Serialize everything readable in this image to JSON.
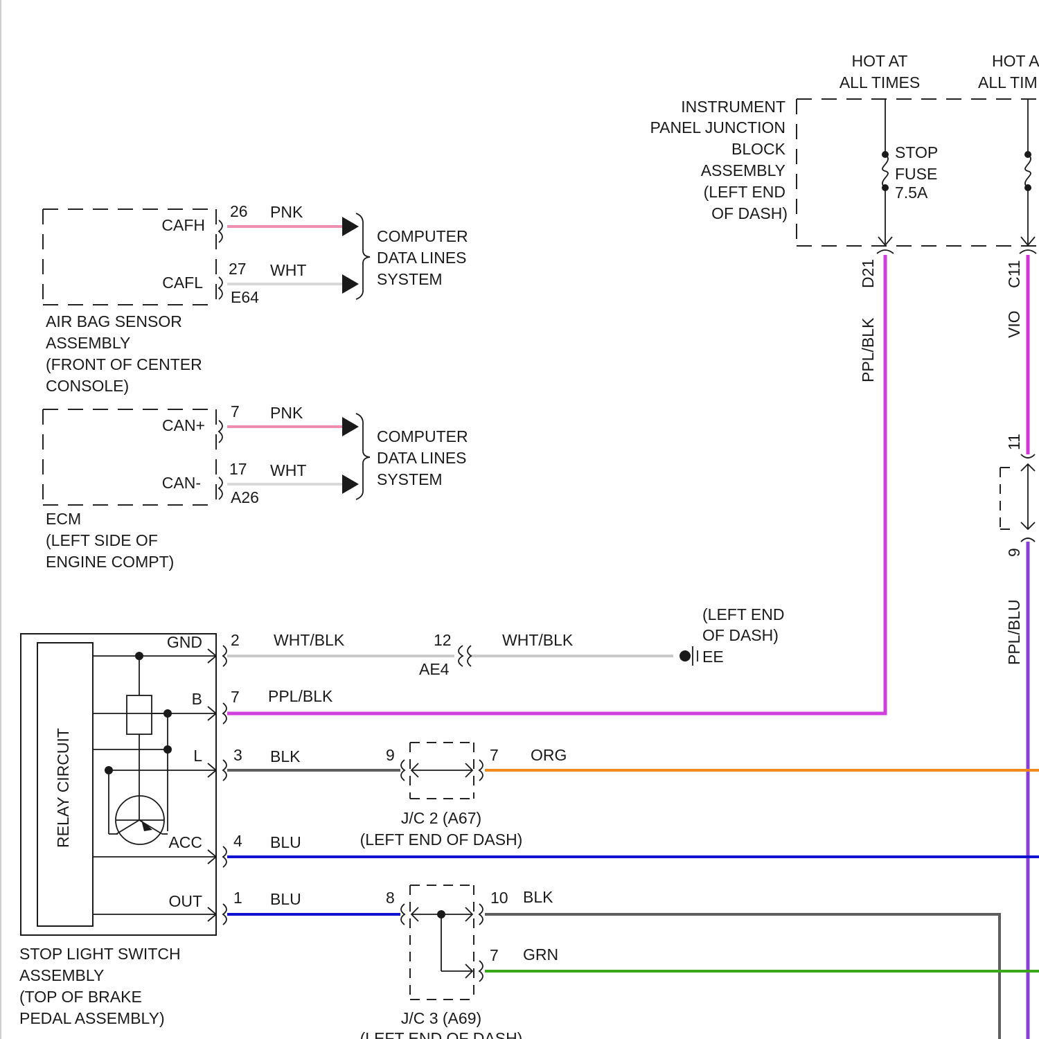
{
  "colors": {
    "pnk": "#ee8fb0",
    "wht": "#d9d9d9",
    "ppl_blk": "#cf3fdc",
    "vio": "#d634d6",
    "ppl_blu": "#8b3fd6",
    "blk": "#5e5e5e",
    "org": "#f08a1c",
    "blu": "#1111d0",
    "grn": "#3aa81a",
    "wht_blk": "#c9c9c9"
  },
  "power": {
    "hot1": [
      "HOT AT",
      "ALL TIMES"
    ],
    "hot2": [
      "HOT A",
      "ALL TIM"
    ]
  },
  "junction_block": {
    "label": [
      "INSTRUMENT",
      "PANEL JUNCTION",
      "BLOCK",
      "ASSEMBLY",
      "(LEFT END",
      "OF DASH)"
    ],
    "fuse": [
      "STOP",
      "FUSE",
      "7.5A"
    ],
    "conn_left": "D21",
    "wire_left": "PPL/BLK",
    "conn_right": "C11",
    "wire_right": "VIO"
  },
  "right_connector": {
    "pin_top": "11",
    "pin_bottom": "9",
    "wire_below": "PPL/BLU"
  },
  "airbag": {
    "pins": [
      {
        "label": "CAFH",
        "num": "26",
        "color": "PNK"
      },
      {
        "label": "CAFL",
        "num": "27",
        "color": "WHT"
      }
    ],
    "connector": "E64",
    "system": [
      "COMPUTER",
      "DATA LINES",
      "SYSTEM"
    ],
    "label": [
      "AIR BAG SENSOR",
      "ASSEMBLY",
      "(FRONT OF CENTER",
      "CONSOLE)"
    ]
  },
  "ecm": {
    "pins": [
      {
        "label": "CAN+",
        "num": "7",
        "color": "PNK"
      },
      {
        "label": "CAN-",
        "num": "17",
        "color": "WHT"
      }
    ],
    "connector": "A26",
    "system": [
      "COMPUTER",
      "DATA LINES",
      "SYSTEM"
    ],
    "label": [
      "ECM",
      "(LEFT SIDE OF",
      "ENGINE COMPT)"
    ]
  },
  "switch": {
    "relay": "RELAY CIRCUIT",
    "terminals": [
      "GND",
      "B",
      "L",
      "ACC",
      "OUT"
    ],
    "label": [
      "STOP LIGHT SWITCH",
      "ASSEMBLY",
      "(TOP OF BRAKE",
      "PEDAL ASSEMBLY)"
    ]
  },
  "wires": {
    "gnd": {
      "pin": "2",
      "color": "WHT/BLK",
      "ae_pin": "12",
      "ae_conn": "AE4",
      "color2": "WHT/BLK",
      "ground": "EE",
      "ground_loc": [
        "(LEFT END",
        "OF DASH)"
      ]
    },
    "b": {
      "pin": "7",
      "color": "PPL/BLK"
    },
    "l": {
      "pin": "3",
      "color": "BLK",
      "jc_in": "9",
      "jc_out": "7",
      "color_out": "ORG",
      "jc": [
        "J/C 2 (A67)",
        "(LEFT END OF DASH)"
      ]
    },
    "acc": {
      "pin": "4",
      "color": "BLU"
    },
    "out": {
      "pin": "1",
      "color": "BLU",
      "jc_in": "8",
      "jc_out1": "10",
      "color_out1": "BLK",
      "jc_out2": "7",
      "color_out2": "GRN",
      "jc": [
        "J/C 3 (A69)",
        "(LEFT END OF DASH)"
      ]
    }
  }
}
